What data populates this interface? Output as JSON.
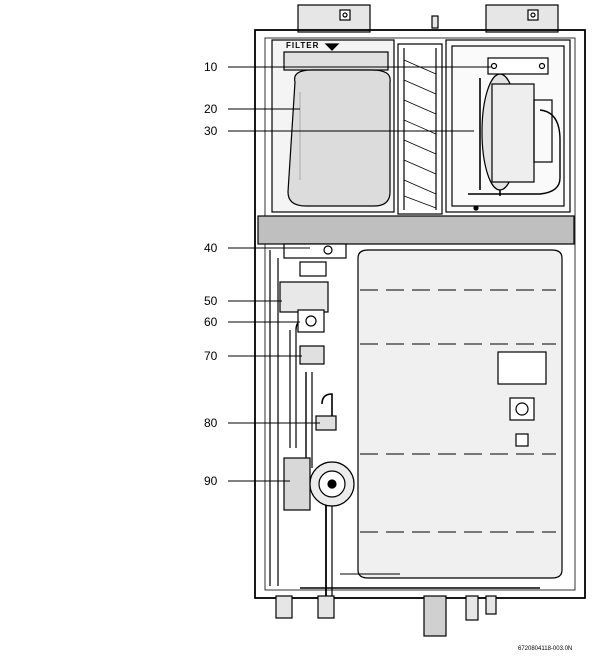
{
  "diagram": {
    "filter_label": "FILTER",
    "reference_code": "6720804118-003.0N",
    "callouts": [
      {
        "label": "10"
      },
      {
        "label": "20"
      },
      {
        "label": "30"
      },
      {
        "label": "40"
      },
      {
        "label": "50"
      },
      {
        "label": "60"
      },
      {
        "label": "70"
      },
      {
        "label": "80"
      },
      {
        "label": "90"
      }
    ]
  }
}
